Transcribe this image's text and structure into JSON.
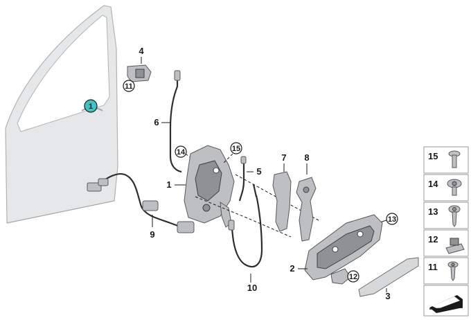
{
  "colors": {
    "highlight_callout": "#3cc4c4",
    "part_fill": "#bdbfc2",
    "door_fill": "#e6e7e8"
  },
  "callouts": {
    "c1": "1",
    "c2": "2",
    "c3": "3",
    "c4": "4",
    "c5": "5",
    "c6": "6",
    "c7": "7",
    "c8": "8",
    "c9": "9",
    "c10": "10",
    "c11": "11",
    "c12": "12",
    "c13": "13",
    "c14": "14",
    "c15": "15"
  },
  "fastener_table": {
    "rows": [
      {
        "label": "15",
        "icon": "screw-pan-head-icon"
      },
      {
        "label": "14",
        "icon": "screw-torx-large-icon"
      },
      {
        "label": "13",
        "icon": "screw-torx-icon"
      },
      {
        "label": "12",
        "icon": "clip-nut-icon"
      },
      {
        "label": "11",
        "icon": "screw-countersunk-icon"
      }
    ],
    "footer_icon": "arrow-right-icon"
  }
}
